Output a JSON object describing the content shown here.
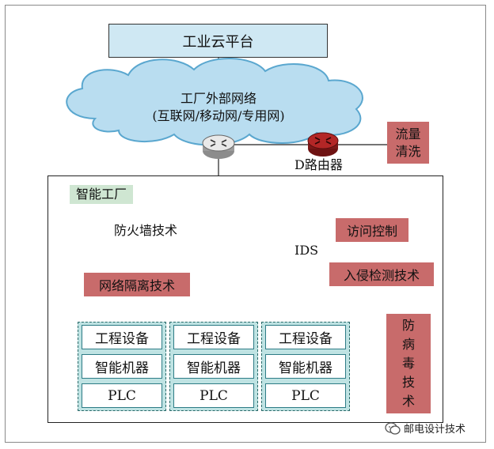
{
  "platform": "工业云平台",
  "cloud": {
    "line1": "工厂外部网络",
    "line2": "(互联网/移动网/专用网)"
  },
  "d_router": "D路由器",
  "traffic_cleaning": "流量\n清洗",
  "factory": {
    "label": "智能工厂"
  },
  "firewall": "防火墙技术",
  "ids": "IDS",
  "network_isolation": "网络隔离技术",
  "intrusion_detection": "入侵检测技术",
  "access_control": "访问控制",
  "antivirus": "防\n病\n毒\n技\n术",
  "device_groups": [
    {
      "items": [
        "工程设备",
        "智能机器",
        "PLC"
      ]
    },
    {
      "items": [
        "工程设备",
        "智能机器",
        "PLC"
      ]
    },
    {
      "items": [
        "工程设备",
        "智能机器",
        "PLC"
      ]
    }
  ],
  "watermark": "邮电设计技术",
  "icons": {
    "router": "router-icon",
    "firewall": "firewall-icon",
    "switch": "switch-icon",
    "ids_device": "ids-device-icon",
    "antenna": "antenna-icon",
    "cloud": "cloud-shape",
    "wechat": "wechat-icon"
  },
  "colors": {
    "platform_fill": "#cfe8f3",
    "cloud_fill": "#b9ddf0",
    "tag_red": "#c86b6b",
    "tag_green": "#cfe6d2",
    "device_group_fill": "#bfe3e3",
    "firewall": "#f08a3c",
    "router_dark": "#a32020"
  }
}
